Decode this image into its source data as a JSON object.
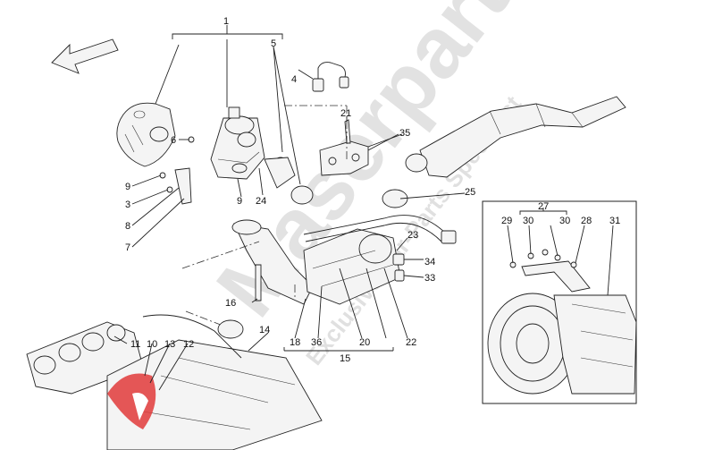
{
  "watermark": {
    "brand": "Maserparts",
    "tagline": "Exclusive Car-Parts Specialist"
  },
  "callouts": [
    "1",
    "4",
    "5",
    "6",
    "9",
    "3",
    "8",
    "7",
    "21",
    "35",
    "25",
    "24",
    "9",
    "16",
    "18",
    "36",
    "20",
    "22",
    "15",
    "34",
    "33",
    "23",
    "14",
    "11",
    "10",
    "13",
    "12",
    "27",
    "29",
    "30",
    "30",
    "28",
    "31"
  ],
  "colors": {
    "line": "#222222",
    "watermark": "#d9d9d9",
    "logo_red": "#e03a3a"
  },
  "icons": [
    "direction-arrow-icon",
    "brand-logo-icon"
  ]
}
